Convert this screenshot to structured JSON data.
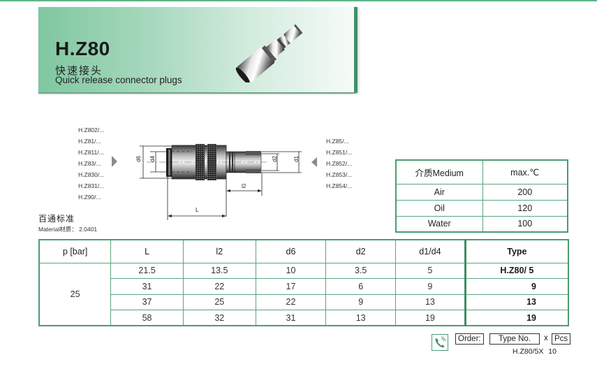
{
  "header": {
    "title": "H.Z80",
    "title_cn": "快速接头",
    "subtitle": "Quick release connector plugs",
    "accent_color": "#4b9c72"
  },
  "drawing": {
    "compatible_left": [
      "H.Z802/...",
      "H.Z81/...",
      "H.Z811/...",
      "H.Z83/...",
      "H.Z830/...",
      "H.Z831/...",
      "H.Z90/..."
    ],
    "compatible_right": [
      "H.Z85/...",
      "H.Z851/...",
      "H.Z852/...",
      "H.Z853/...",
      "H.Z854/..."
    ],
    "dim_labels": {
      "d6": "d6",
      "d4": "d4",
      "d2": "d2",
      "d1": "d1",
      "l2": "l2",
      "L": "L"
    }
  },
  "standard": {
    "title": "百通标准",
    "material": "Material材质： 2.0401"
  },
  "medium_table": {
    "headers": [
      "介质Medium",
      "max.℃"
    ],
    "rows": [
      [
        "Air",
        "200"
      ],
      [
        "Oil",
        "120"
      ],
      [
        "Water",
        "100"
      ]
    ]
  },
  "spec_table": {
    "headers": [
      "p [bar]",
      "L",
      "l2",
      "d6",
      "d2",
      "d1/d4",
      "Type"
    ],
    "pressure": "25",
    "rows": [
      {
        "L": "21.5",
        "l2": "13.5",
        "d6": "10",
        "d2": "3.5",
        "d1d4": "5",
        "type": "H.Z80/ 5"
      },
      {
        "L": "31",
        "l2": "22",
        "d6": "17",
        "d2": "6",
        "d1d4": "9",
        "type": "9"
      },
      {
        "L": "37",
        "l2": "25",
        "d6": "22",
        "d2": "9",
        "d1d4": "13",
        "type": "13"
      },
      {
        "L": "58",
        "l2": "32",
        "d6": "31",
        "d2": "13",
        "d1d4": "19",
        "type": "19"
      }
    ]
  },
  "order": {
    "label": "Order:",
    "type_no": "Type No.",
    "times": "x",
    "pcs": "Pcs",
    "example": "H.Z80/5X 10",
    "icon": "phone-icon"
  }
}
